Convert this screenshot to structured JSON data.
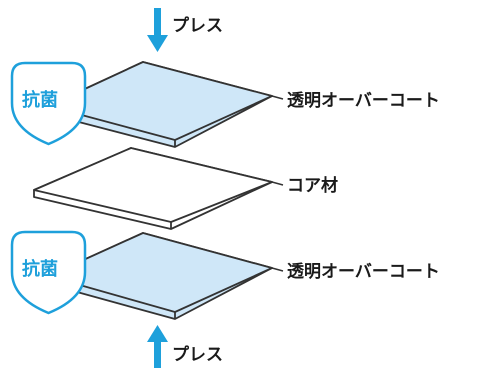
{
  "labels": {
    "press_top": "プレス",
    "press_bottom": "プレス",
    "layer_top": "透明オーバーコート",
    "layer_core": "コア材",
    "layer_bottom": "透明オーバーコート"
  },
  "badges": {
    "top": "抗菌",
    "bottom": "抗菌"
  },
  "colors": {
    "accent": "#1ea0db",
    "coat_fill": "#cfe7f8",
    "outline": "#333333",
    "badge_fill": "#ffffff"
  }
}
